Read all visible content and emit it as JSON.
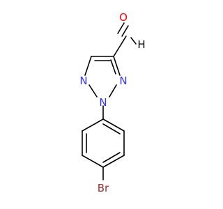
{
  "molecule": {
    "atoms": {
      "o": "O",
      "h": "H",
      "n1": "N",
      "n2": "N",
      "n3": "N",
      "br": "Br"
    },
    "colors": {
      "bond": "#000000",
      "oxygen": "#ff0000",
      "nitrogen": "#3333ff",
      "bromine": "#a52a2a",
      "hydrogen": "#000000"
    }
  }
}
